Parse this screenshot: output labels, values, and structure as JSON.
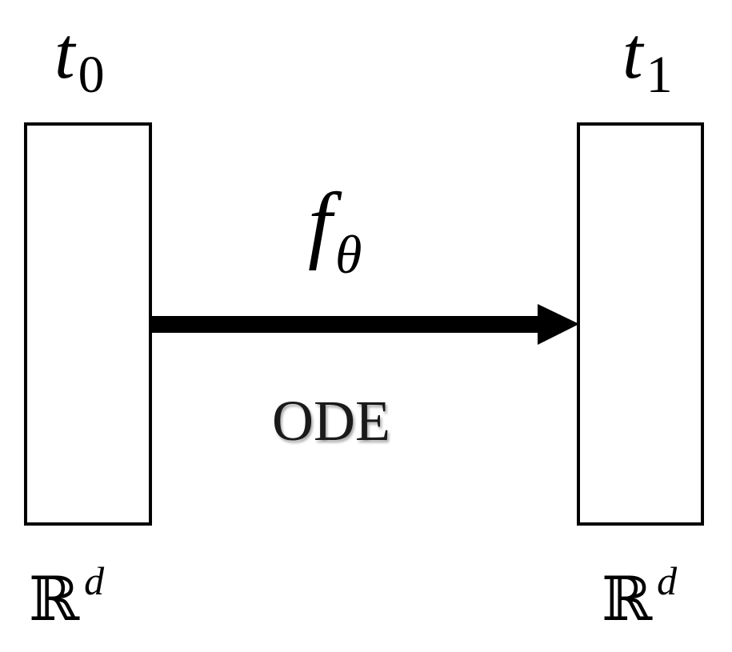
{
  "start": {
    "time_symbol": "t",
    "time_subscript": "0",
    "space_symbol": "ℝ",
    "space_superscript": "d"
  },
  "end": {
    "time_symbol": "t",
    "time_subscript": "1",
    "space_symbol": "ℝ",
    "space_superscript": "d"
  },
  "transform": {
    "function_symbol": "f",
    "function_subscript": "θ",
    "method_label": "ODE"
  }
}
